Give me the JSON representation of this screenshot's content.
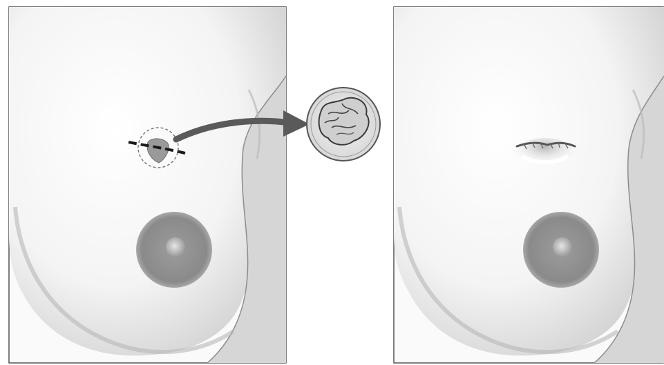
{
  "figure": {
    "panels": [
      {
        "name": "before-lumpectomy",
        "shows": [
          "tumor-marked-with-incision-line",
          "tumor-removed-callout"
        ]
      },
      {
        "name": "after-lumpectomy",
        "shows": [
          "healed-incision-scar"
        ]
      }
    ],
    "colors": {
      "frame": "#555555",
      "skin_light": "#ffffff",
      "skin_shadow": "#bdbdbd",
      "areola": "#8a8a8a",
      "tumor": "#9a9a9a",
      "arrow": "#5a5a5a",
      "incision": "#1a1a1a"
    },
    "icons": [
      "arrow-icon",
      "tumor-icon",
      "incision-line-icon",
      "scar-icon"
    ]
  }
}
